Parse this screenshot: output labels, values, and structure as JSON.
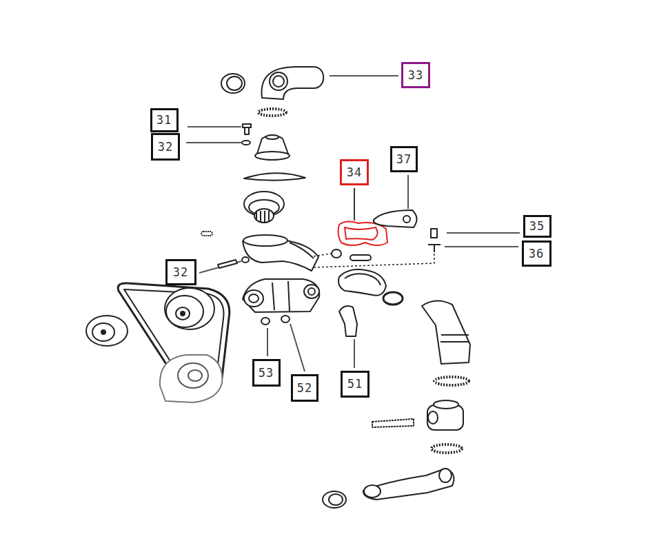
{
  "diagram": {
    "nodes": [
      {
        "text": [
          "33"
        ]
      },
      {
        "text": [
          "31"
        ]
      },
      {
        "text": [
          "32"
        ]
      },
      {
        "text": [
          "34"
        ]
      },
      {
        "text": [
          "37"
        ]
      },
      {
        "text": [
          "35"
        ]
      },
      {
        "text": [
          "36"
        ]
      },
      {
        "text": [
          "32"
        ]
      },
      {
        "text": [
          "53"
        ]
      },
      {
        "text": [
          "52"
        ]
      },
      {
        "text": [
          "51"
        ]
      }
    ]
  }
}
